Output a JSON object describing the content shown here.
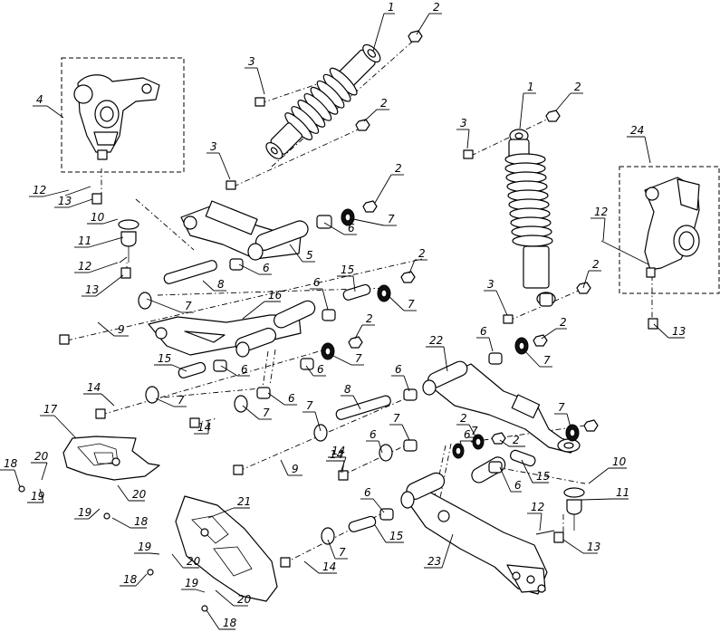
{
  "callouts": [
    {
      "label": "1"
    },
    {
      "label": "2"
    },
    {
      "label": "3"
    },
    {
      "label": "2"
    },
    {
      "label": "3"
    },
    {
      "label": "4"
    },
    {
      "label": "12"
    },
    {
      "label": "13"
    },
    {
      "label": "10"
    },
    {
      "label": "11"
    },
    {
      "label": "12"
    },
    {
      "label": "13"
    },
    {
      "label": "2"
    },
    {
      "label": "7"
    },
    {
      "label": "6"
    },
    {
      "label": "5"
    },
    {
      "label": "6"
    },
    {
      "label": "8"
    },
    {
      "label": "7"
    },
    {
      "label": "9"
    },
    {
      "label": "16"
    },
    {
      "label": "6"
    },
    {
      "label": "15"
    },
    {
      "label": "2"
    },
    {
      "label": "7"
    },
    {
      "label": "2"
    },
    {
      "label": "7"
    },
    {
      "label": "6"
    },
    {
      "label": "15"
    },
    {
      "label": "6"
    },
    {
      "label": "14"
    },
    {
      "label": "7"
    },
    {
      "label": "14"
    },
    {
      "label": "7"
    },
    {
      "label": "6"
    },
    {
      "label": "8"
    },
    {
      "label": "7"
    },
    {
      "label": "9"
    },
    {
      "label": "14"
    },
    {
      "label": "17"
    },
    {
      "label": "18"
    },
    {
      "label": "20"
    },
    {
      "label": "19"
    },
    {
      "label": "20"
    },
    {
      "label": "19"
    },
    {
      "label": "18"
    },
    {
      "label": "21"
    },
    {
      "label": "19"
    },
    {
      "label": "20"
    },
    {
      "label": "18"
    },
    {
      "label": "19"
    },
    {
      "label": "20"
    },
    {
      "label": "18"
    },
    {
      "label": "1"
    },
    {
      "label": "2"
    },
    {
      "label": "3"
    },
    {
      "label": "24"
    },
    {
      "label": "12"
    },
    {
      "label": "3"
    },
    {
      "label": "2"
    },
    {
      "label": "2"
    },
    {
      "label": "13"
    },
    {
      "label": "22"
    },
    {
      "label": "6"
    },
    {
      "label": "7"
    },
    {
      "label": "6"
    },
    {
      "label": "7"
    },
    {
      "label": "2"
    },
    {
      "label": "7"
    },
    {
      "label": "6"
    },
    {
      "label": "6"
    },
    {
      "label": "2"
    },
    {
      "label": "15"
    },
    {
      "label": "7"
    },
    {
      "label": "14"
    },
    {
      "label": "6"
    },
    {
      "label": "15"
    },
    {
      "label": "7"
    },
    {
      "label": "14"
    },
    {
      "label": "23"
    },
    {
      "label": "10"
    },
    {
      "label": "11"
    },
    {
      "label": "12"
    },
    {
      "label": "13"
    },
    {
      "label": "6"
    }
  ]
}
